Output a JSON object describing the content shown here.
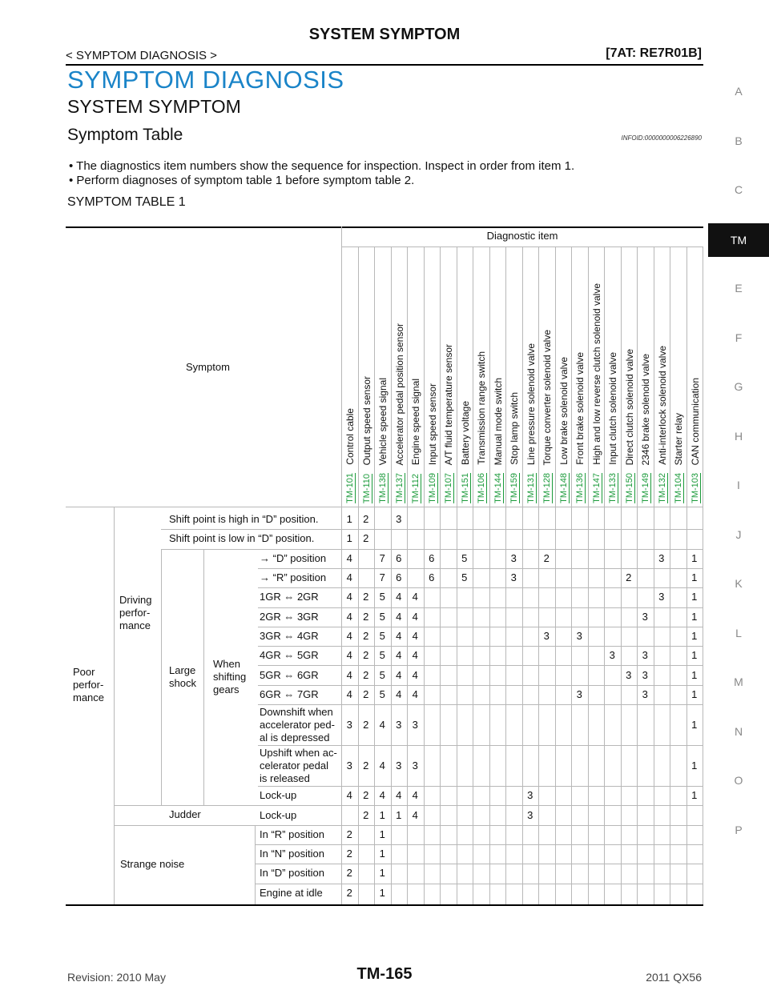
{
  "header": {
    "title": "SYSTEM SYMPTOM",
    "breadcrumb": "< SYMPTOM DIAGNOSIS >",
    "model": "[7AT: RE7R01B]"
  },
  "headings": {
    "main": "SYMPTOM DIAGNOSIS",
    "sub": "SYSTEM SYMPTOM",
    "section": "Symptom Table",
    "infoid": "INFOID:0000000006226890"
  },
  "bullets": [
    "The diagnostics item numbers show the sequence for inspection. Inspect in order from item 1.",
    "Perform diagnoses of symptom table 1 before symptom table 2."
  ],
  "table_label": "SYMPTOM TABLE 1",
  "side_index": [
    "A",
    "B",
    "C",
    "TM",
    "E",
    "F",
    "G",
    "H",
    "I",
    "J",
    "K",
    "L",
    "M",
    "N",
    "O",
    "P"
  ],
  "table": {
    "symptom_header": "Symptom",
    "diagnostic_header": "Diagnostic item",
    "columns": [
      {
        "name": "Control cable",
        "ref": "TM-101"
      },
      {
        "name": "Output speed sensor",
        "ref": "TM-110"
      },
      {
        "name": "Vehicle speed signal",
        "ref": "TM-138"
      },
      {
        "name": "Accelerator pedal position sensor",
        "ref": "TM-137"
      },
      {
        "name": "Engine speed signal",
        "ref": "TM-112"
      },
      {
        "name": "Input speed sensor",
        "ref": "TM-109"
      },
      {
        "name": "A/T fluid temperature sensor",
        "ref": "TM-107"
      },
      {
        "name": "Battery voltage",
        "ref": "TM-151"
      },
      {
        "name": "Transmission range switch",
        "ref": "TM-106"
      },
      {
        "name": "Manual mode switch",
        "ref": "TM-144"
      },
      {
        "name": "Stop lamp switch",
        "ref": "TM-159"
      },
      {
        "name": "Line pressure solenoid valve",
        "ref": "TM-131"
      },
      {
        "name": "Torque converter solenoid valve",
        "ref": "TM-128"
      },
      {
        "name": "Low brake solenoid valve",
        "ref": "TM-148"
      },
      {
        "name": "Front brake solenoid valve",
        "ref": "TM-136"
      },
      {
        "name": "High and low reverse clutch solenoid valve",
        "ref": "TM-147"
      },
      {
        "name": "Input clutch solenoid valve",
        "ref": "TM-133"
      },
      {
        "name": "Direct clutch solenoid valve",
        "ref": "TM-150"
      },
      {
        "name": "2346 brake solenoid valve",
        "ref": "TM-149"
      },
      {
        "name": "Anti-interlock solenoid valve",
        "ref": "TM-132"
      },
      {
        "name": "Starter relay",
        "ref": "TM-104"
      },
      {
        "name": "CAN communication",
        "ref": "TM-103"
      }
    ],
    "groups": {
      "poor_performance": "Poor\nperfor-\nmance",
      "driving_performance": "Driving\nperfor-\nmance",
      "large_shock": "Large\nshock",
      "when_shifting": "When\nshifting\ngears",
      "judder": "Judder",
      "strange_noise": "Strange noise"
    },
    "rows": [
      {
        "label": "Shift point is high in “D” position.",
        "cells": {
          "1": "1",
          "2": "2",
          "4": "3"
        }
      },
      {
        "label": "Shift point is low in “D” position.",
        "cells": {
          "1": "1",
          "2": "2"
        }
      },
      {
        "label": "→ “D” position",
        "cells": {
          "1": "4",
          "3": "7",
          "4": "6",
          "6": "6",
          "8": "5",
          "11": "3",
          "13": "2",
          "20": "3",
          "22": "1"
        }
      },
      {
        "label": "→ “R” position",
        "cells": {
          "1": "4",
          "3": "7",
          "4": "6",
          "6": "6",
          "8": "5",
          "11": "3",
          "18": "2",
          "22": "1"
        }
      },
      {
        "label": "1GR ⇔ 2GR",
        "cells": {
          "1": "4",
          "2": "2",
          "3": "5",
          "4": "4",
          "5": "4",
          "20": "3",
          "22": "1"
        }
      },
      {
        "label": "2GR ⇔ 3GR",
        "cells": {
          "1": "4",
          "2": "2",
          "3": "5",
          "4": "4",
          "5": "4",
          "19": "3",
          "22": "1"
        }
      },
      {
        "label": "3GR ⇔ 4GR",
        "cells": {
          "1": "4",
          "2": "2",
          "3": "5",
          "4": "4",
          "5": "4",
          "13": "3",
          "15": "3",
          "22": "1"
        }
      },
      {
        "label": "4GR ⇔ 5GR",
        "cells": {
          "1": "4",
          "2": "2",
          "3": "5",
          "4": "4",
          "5": "4",
          "17": "3",
          "19": "3",
          "22": "1"
        }
      },
      {
        "label": "5GR ⇔ 6GR",
        "cells": {
          "1": "4",
          "2": "2",
          "3": "5",
          "4": "4",
          "5": "4",
          "18": "3",
          "19": "3",
          "22": "1"
        }
      },
      {
        "label": "6GR ⇔ 7GR",
        "cells": {
          "1": "4",
          "2": "2",
          "3": "5",
          "4": "4",
          "5": "4",
          "15": "3",
          "19": "3",
          "22": "1"
        }
      },
      {
        "label": "Downshift when\naccelerator ped-\nal is depressed",
        "cells": {
          "1": "3",
          "2": "2",
          "3": "4",
          "4": "3",
          "5": "3",
          "22": "1"
        }
      },
      {
        "label": "Upshift when ac-\ncelerator pedal\nis released",
        "cells": {
          "1": "3",
          "2": "2",
          "3": "4",
          "4": "3",
          "5": "3",
          "22": "1"
        }
      },
      {
        "label": "Lock-up",
        "cells": {
          "1": "4",
          "2": "2",
          "3": "4",
          "4": "4",
          "5": "4",
          "12": "3",
          "22": "1"
        }
      },
      {
        "label": "Lock-up",
        "cells": {
          "2": "2",
          "3": "1",
          "4": "1",
          "5": "4",
          "12": "3"
        }
      },
      {
        "label": "In “R” position",
        "cells": {
          "1": "2",
          "3": "1"
        }
      },
      {
        "label": "In “N” position",
        "cells": {
          "1": "2",
          "3": "1"
        }
      },
      {
        "label": "In “D” position",
        "cells": {
          "1": "2",
          "3": "1"
        }
      },
      {
        "label": "Engine at idle",
        "cells": {
          "1": "2",
          "3": "1"
        }
      }
    ]
  },
  "footer": {
    "revision": "Revision: 2010 May",
    "page": "TM-165",
    "model": "2011 QX56"
  }
}
